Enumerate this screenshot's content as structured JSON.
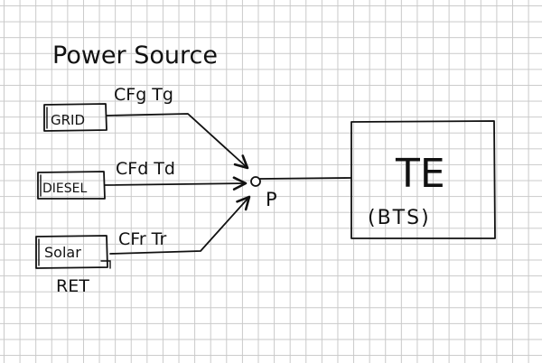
{
  "title": "Power Source",
  "sources": [
    {
      "id": "grid",
      "label": "GRID",
      "flow_label": "CFg Tg"
    },
    {
      "id": "diesel",
      "label": "DIESEL",
      "flow_label": "CFd Td"
    },
    {
      "id": "solar",
      "label": "Solar",
      "flow_label": "CFr Tr"
    }
  ],
  "solar_group_label": "RET",
  "node_label": "P",
  "load": {
    "title": "TE",
    "subtitle": "(BTS)"
  },
  "colors": {
    "ink": "#111111",
    "grid": "#c9c9c9",
    "paper": "#ffffff"
  }
}
